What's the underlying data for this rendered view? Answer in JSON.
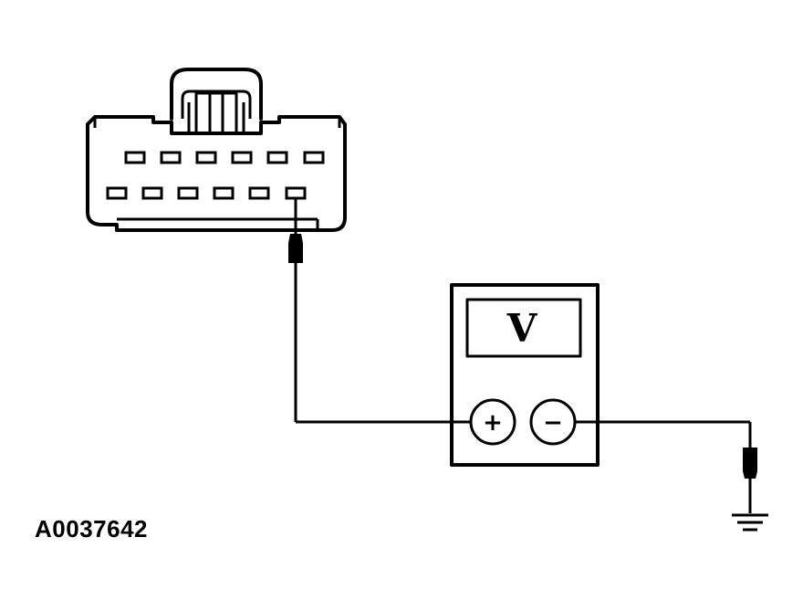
{
  "figure_id": "A0037642",
  "meter": {
    "display_label": "V",
    "positive_label": "+",
    "negative_label": "−"
  },
  "connector": {
    "pin_rows": 2,
    "pins_per_row": 6
  }
}
